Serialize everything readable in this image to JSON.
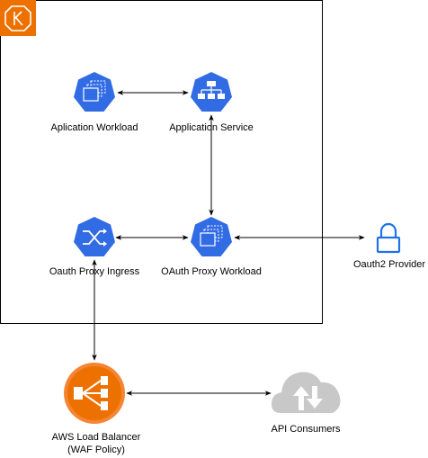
{
  "colors": {
    "k8s_blue": "#326CE5",
    "eks_orange": "#ED7100",
    "elb_orange": "#F58534",
    "cloud_gray": "#C8C8C8",
    "lock_blue": "#1F72E8",
    "line": "#000000"
  },
  "icons": {
    "cluster": "eks-cluster-icon",
    "app_workload": "pod-icon",
    "app_service": "service-icon",
    "proxy_ingress": "ingress-icon",
    "proxy_workload": "pod-icon",
    "oauth_provider": "lock-icon",
    "load_balancer": "load-balancer-icon",
    "consumers": "cloud-icon"
  },
  "nodes": {
    "app_workload": {
      "label": "Aplication Workload"
    },
    "app_service": {
      "label": "Application Service"
    },
    "proxy_ingress": {
      "label": "Oauth Proxy Ingress"
    },
    "proxy_workload": {
      "label": "OAuth Proxy Workload"
    },
    "oauth_provider": {
      "label": "Oauth2 Provider"
    },
    "load_balancer": {
      "label_line1": "AWS Load Balancer",
      "label_line2": "(WAF Policy)"
    },
    "consumers": {
      "label": "API Consumers"
    }
  }
}
